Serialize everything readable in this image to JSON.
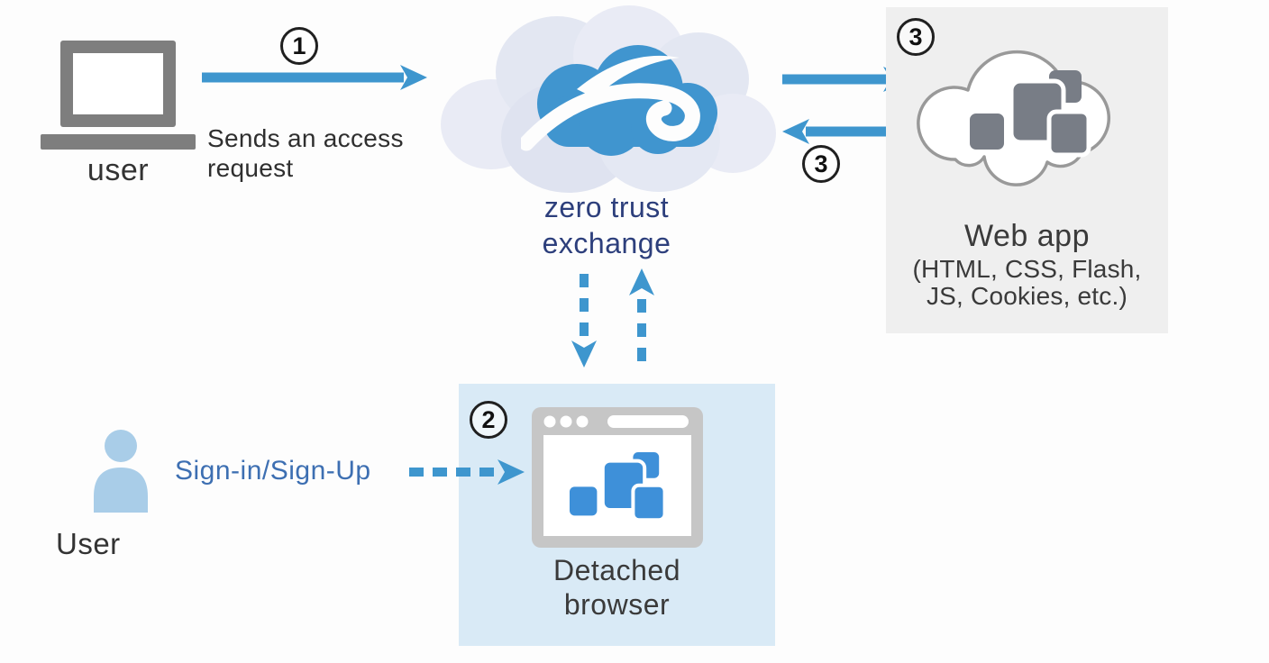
{
  "colors": {
    "arrow_blue": "#3E96CE",
    "logo_blue": "#4095CF",
    "navy": "#2D3F7C",
    "dark_text": "#333333",
    "signin_blue": "#3D6FB2",
    "person_blue": "#A9CDE8",
    "browser_square_blue": "#3E90D9",
    "webapp_square_gray": "#787D86",
    "laptop_gray": "#7E7E7E",
    "cloud_stroke": "#999999",
    "browser_frame": "#C6C6C6",
    "webapp_box_bg": "#EFEFEF",
    "browser_box_bg": "#D9EAF6"
  },
  "user_device": {
    "label": "user"
  },
  "step1": {
    "number": "1",
    "caption_line1": "Sends an access",
    "caption_line2": "request"
  },
  "exchange": {
    "label_line1": "zero trust",
    "label_line2": "exchange"
  },
  "step3": {
    "number_top": "3",
    "number_bottom": "3"
  },
  "web_app": {
    "title": "Web app",
    "subtitle_line1": "(HTML, CSS, Flash,",
    "subtitle_line2": "JS, Cookies, etc.)"
  },
  "step2": {
    "number": "2"
  },
  "detached_browser": {
    "label_line1": "Detached",
    "label_line2": "browser"
  },
  "user_person": {
    "label": "User",
    "action": "Sign-in/Sign-Up"
  }
}
